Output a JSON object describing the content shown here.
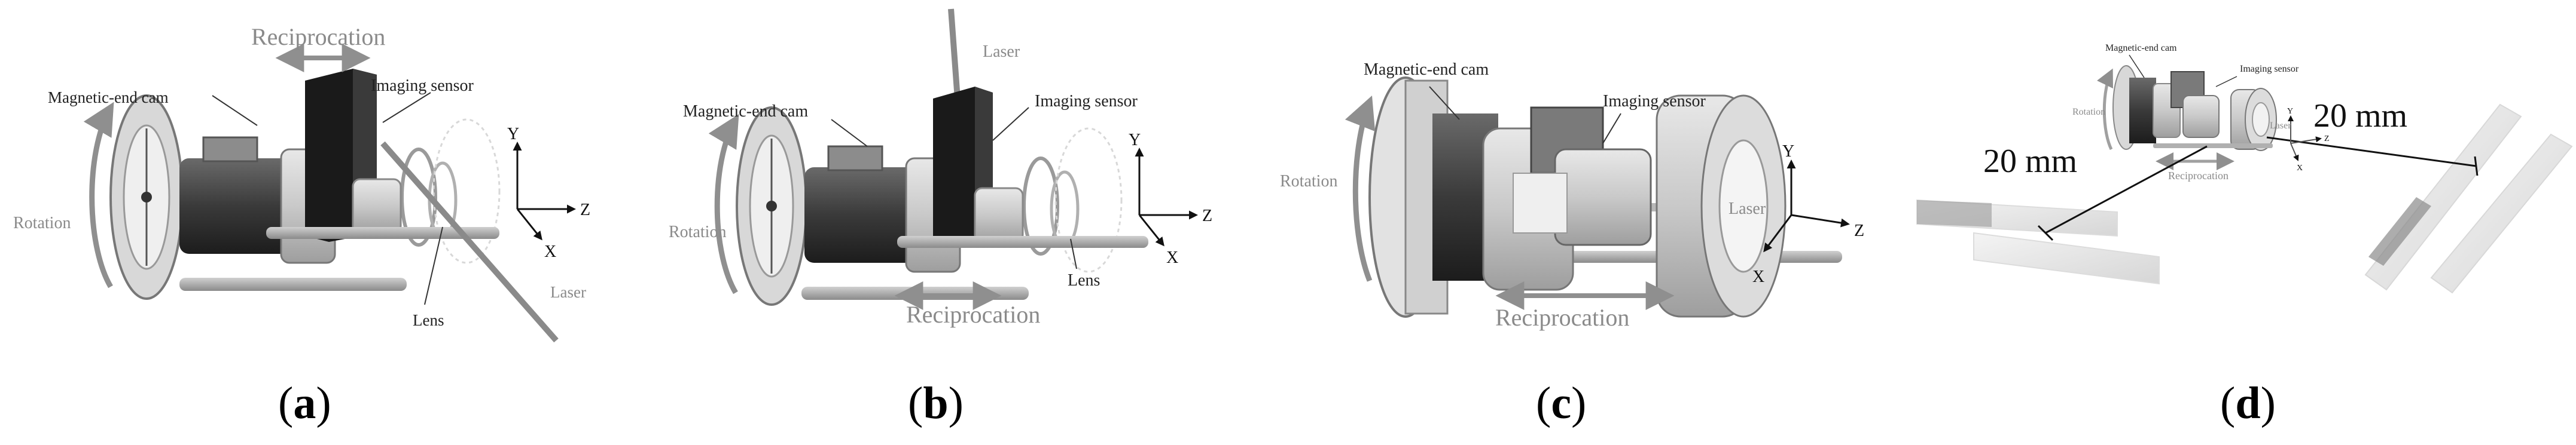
{
  "panels": [
    {
      "id": "a",
      "caption_letter": "a",
      "labels": {
        "cam": "Magnetic-end cam",
        "reciprocation": "Reciprocation",
        "sensor": "Imaging sensor",
        "rotation": "Rotation",
        "lens": "Lens",
        "laser": "Laser",
        "axis_y": "Y",
        "axis_z": "Z",
        "axis_x": "X"
      }
    },
    {
      "id": "b",
      "caption_letter": "b",
      "labels": {
        "laser": "Laser",
        "cam": "Magnetic-end cam",
        "sensor": "Imaging sensor",
        "rotation": "Rotation",
        "reciprocation": "Reciprocation",
        "lens": "Lens",
        "axis_y": "Y",
        "axis_z": "Z",
        "axis_x": "X"
      }
    },
    {
      "id": "c",
      "caption_letter": "c",
      "labels": {
        "cam": "Magnetic-end cam",
        "sensor": "Imaging sensor",
        "rotation": "Rotation",
        "laser": "Laser",
        "reciprocation": "Reciprocation",
        "axis_y": "Y",
        "axis_z": "Z",
        "axis_x": "X"
      }
    },
    {
      "id": "d",
      "caption_letter": "d",
      "labels": {
        "cam": "Magnetic-end cam",
        "sensor": "Imaging sensor",
        "rotation": "Rotation",
        "laser": "Laser",
        "reciprocation": "Reciprocation",
        "dim_left": "20 mm",
        "dim_right": "20 mm",
        "axis_y": "Y",
        "axis_z": "Z",
        "axis_x": "X"
      }
    }
  ]
}
